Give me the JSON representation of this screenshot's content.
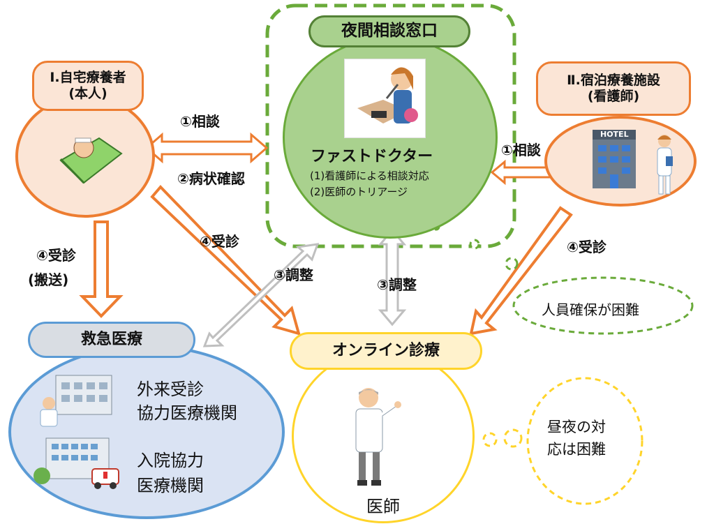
{
  "night_window": {
    "title": "夜間相談窓口",
    "service": "ファストドクター",
    "items": [
      "(1)看護師による相談対応",
      "(2)医師のトリアージ"
    ]
  },
  "home_care": {
    "title_line1": "Ⅰ.自宅療養者",
    "title_line2": "(本人)"
  },
  "lodging": {
    "title_line1": "Ⅱ.宿泊療養施設",
    "title_line2": "(看護師)",
    "hotel_sign": "HOTEL"
  },
  "emergency": {
    "title": "救急医療",
    "item1_line1": "外来受診",
    "item1_line2": "協力医療機関",
    "item2_line1": "入院協力",
    "item2_line2": "医療機関"
  },
  "online": {
    "title": "オンライン診療",
    "doctor_label": "医師"
  },
  "arrow_labels": {
    "consult_left": "①相談",
    "symptom_check": "②病状確認",
    "consult_right": "①相談",
    "visit_center": "④受診",
    "visit_left_line1": "④受診",
    "visit_left_line2": "(搬送)",
    "visit_right": "④受診",
    "adjust_left": "③調整",
    "adjust_center": "③調整"
  },
  "thoughts": {
    "staffing": "人員確保が困難",
    "day_night_line1": "昼夜の対",
    "day_night_line2": "応は困難"
  },
  "colors": {
    "green_dash": "#6aaa3a",
    "green_fill": "#a9d18e",
    "orange": "#ed7d31",
    "peach": "#fbe5d6",
    "blue": "#5b9bd5",
    "lavender": "#dae3f3",
    "yellow": "#ffd42a",
    "cream": "#fff2cc",
    "gray_arrow": "#bfbfbf"
  }
}
